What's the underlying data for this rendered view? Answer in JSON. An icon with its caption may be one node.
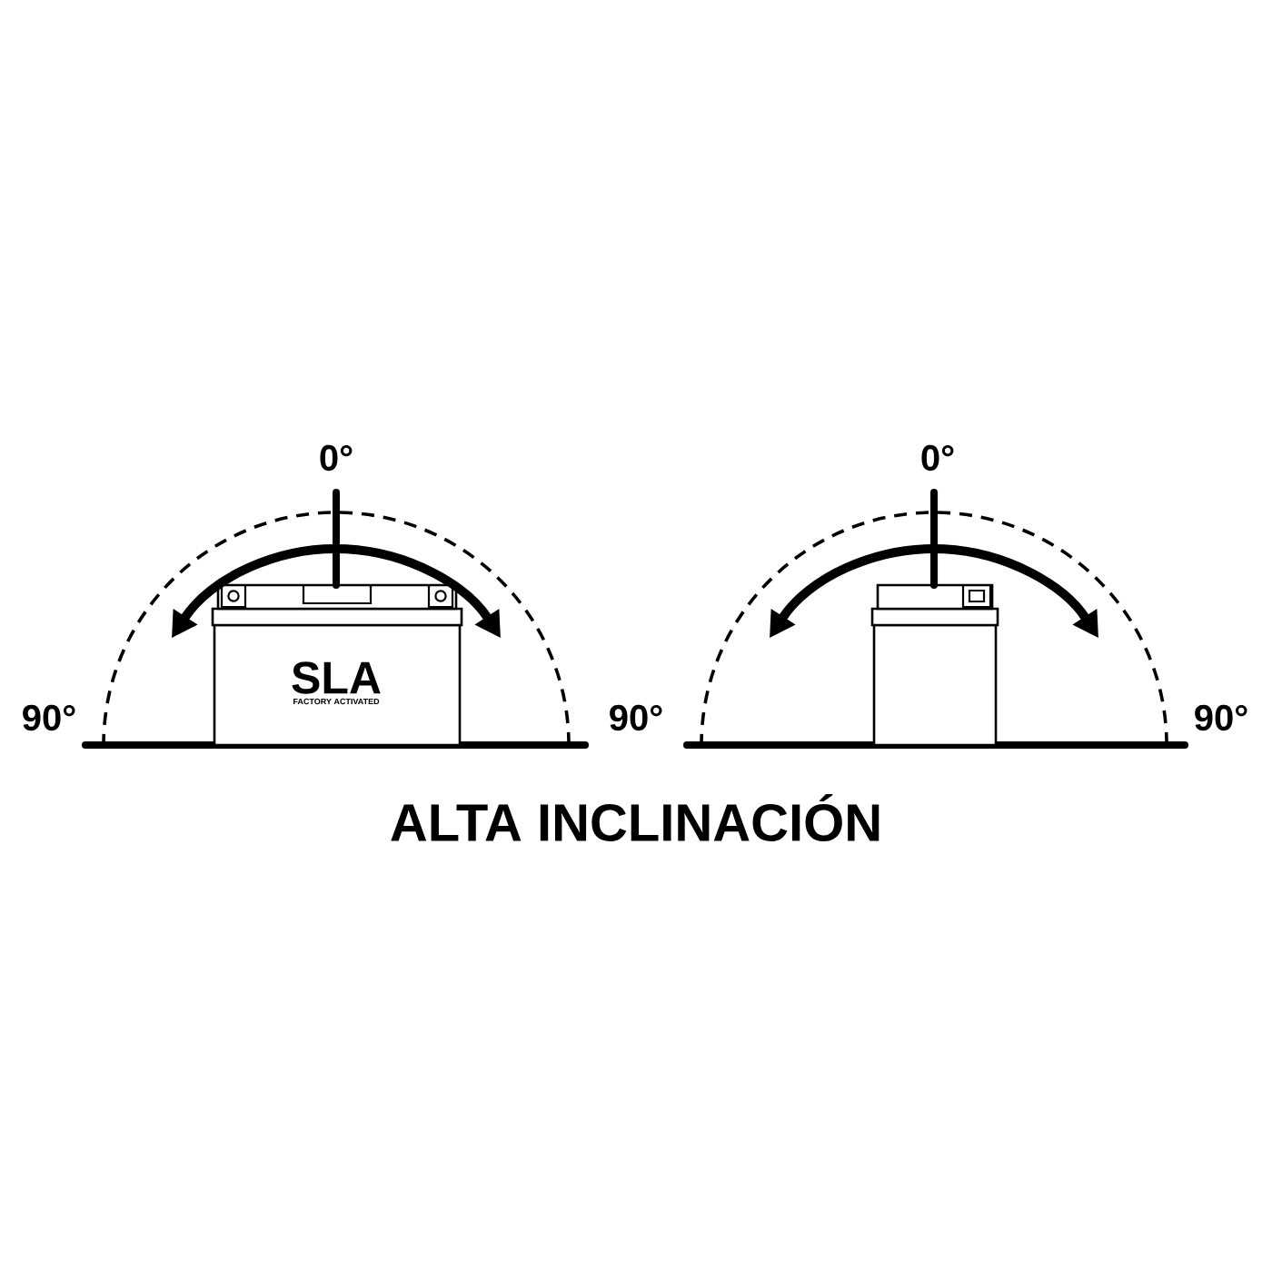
{
  "diagram": {
    "title": "ALTA INCLINACIÓN",
    "labels": [
      "0°",
      "SLA",
      "FACTORY ACTIVATED",
      "90°",
      "90°",
      "0°",
      "90°"
    ]
  }
}
